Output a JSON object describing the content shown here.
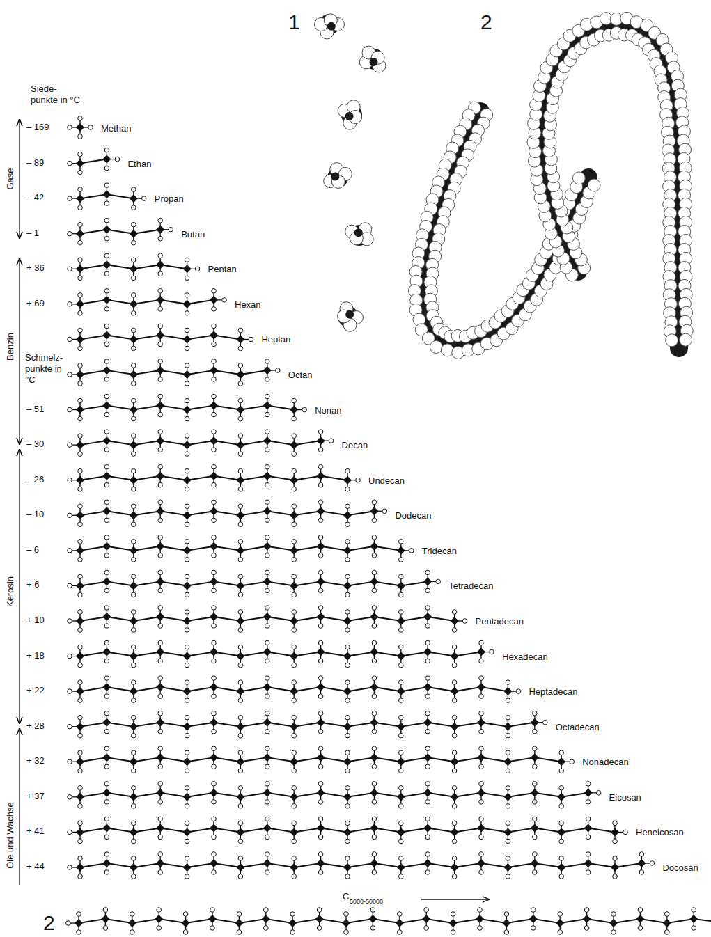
{
  "diagram": {
    "labels": [
      "1",
      "2",
      "Siede- punkte in °C",
      "Gase",
      "Benzin",
      "Kerosin",
      "Öle und Wachse",
      "– 169",
      "Methan",
      "– 89",
      "Ethan",
      "– 42",
      "Propan",
      "– 1",
      "Butan",
      "+ 36",
      "Pentan",
      "+ 69",
      "Hexan",
      "Heptan",
      "Schmelz- punkte in °C",
      "Octan",
      "– 51",
      "Nonan",
      "– 30",
      "Decan",
      "– 26",
      "Undecan",
      "– 10",
      "Dodecan",
      "– 6",
      "Tridecan",
      "+ 6",
      "Tetradecan",
      "+ 10",
      "Pentadecan",
      "+ 18",
      "Hexadecan",
      "+ 22",
      "Heptadecan",
      "+ 28",
      "Octadecan",
      "+ 32",
      "Nonadecan",
      "+ 37",
      "Eicosan",
      "+ 41",
      "Heneicosan",
      "+ 44",
      "Docosan",
      "C",
      "5000-50000",
      "2"
    ]
  }
}
